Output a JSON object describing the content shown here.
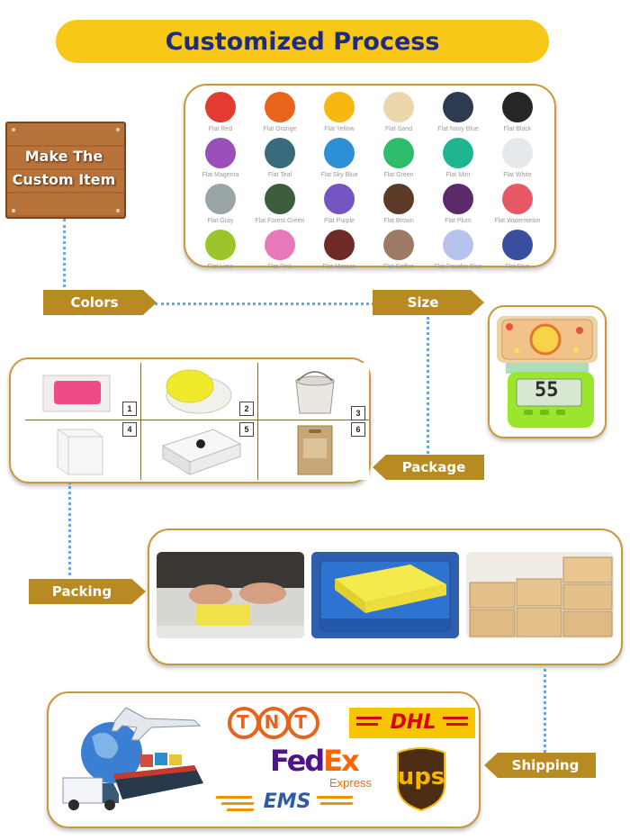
{
  "title": "Customized Process",
  "sign": {
    "line1": "Make The",
    "line2": "Custom Item"
  },
  "colors": [
    {
      "name": "Flat Red",
      "hex": "#e33b32"
    },
    {
      "name": "Flat Orange",
      "hex": "#e8651b"
    },
    {
      "name": "Flat Yellow",
      "hex": "#f7b80f"
    },
    {
      "name": "Flat Sand",
      "hex": "#ecd7ac"
    },
    {
      "name": "Flat Navy Blue",
      "hex": "#2e3a4f"
    },
    {
      "name": "Flat Black",
      "hex": "#262626"
    },
    {
      "name": "Flat Magenta",
      "hex": "#9a4fb8"
    },
    {
      "name": "Flat Teal",
      "hex": "#3a6a7e"
    },
    {
      "name": "Flat Sky Blue",
      "hex": "#2d8fd6"
    },
    {
      "name": "Flat Green",
      "hex": "#2dbb6c"
    },
    {
      "name": "Flat Mint",
      "hex": "#1fb590"
    },
    {
      "name": "Flat White",
      "hex": "#e6e9eb"
    },
    {
      "name": "Flat Gray",
      "hex": "#9aa5a7"
    },
    {
      "name": "Flat Forest Green",
      "hex": "#3d5e3c"
    },
    {
      "name": "Flat Purple",
      "hex": "#7455c2"
    },
    {
      "name": "Flat Brown",
      "hex": "#5b3a27"
    },
    {
      "name": "Flat Plum",
      "hex": "#5c2a6b"
    },
    {
      "name": "Flat Watermelon",
      "hex": "#e65865"
    },
    {
      "name": "Flat Lime",
      "hex": "#9ec42c"
    },
    {
      "name": "Flat Pink",
      "hex": "#e879b8"
    },
    {
      "name": "Flat Maroon",
      "hex": "#6e2a27"
    },
    {
      "name": "Flat Coffee",
      "hex": "#9c7a64"
    },
    {
      "name": "Flat Powder Blue",
      "hex": "#b6c3ec"
    },
    {
      "name": "Flat Blue",
      "hex": "#3a4ea0"
    }
  ],
  "steps": {
    "colors": "Colors",
    "size": "Size",
    "package": "Package",
    "packing": "Packing",
    "shipping": "Shipping"
  },
  "scale_reading": "55",
  "package_numbers": [
    "1",
    "2",
    "3",
    "4",
    "5",
    "6"
  ],
  "carriers": {
    "tnt": "TNT",
    "dhl": "DHL",
    "fedex_fed": "Fed",
    "fedex_ex": "Ex",
    "fedex_express": "Express",
    "ems": "EMS",
    "ups": "ups"
  }
}
